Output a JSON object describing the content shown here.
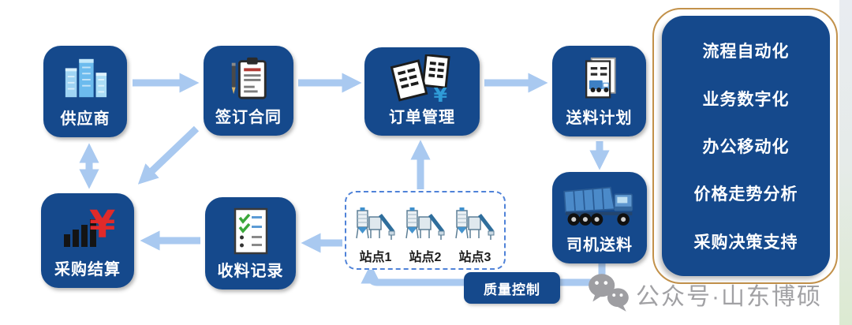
{
  "nodes": [
    {
      "id": "supplier",
      "label": "供应商"
    },
    {
      "id": "contract",
      "label": "签订合同"
    },
    {
      "id": "order",
      "label": "订单管理"
    },
    {
      "id": "plan",
      "label": "送料计划"
    },
    {
      "id": "driver",
      "label": "司机送料"
    },
    {
      "id": "settlement",
      "label": "采购结算"
    },
    {
      "id": "receipt",
      "label": "收料记录"
    }
  ],
  "quality_control": {
    "label": "质量控制"
  },
  "stations": {
    "labels": [
      "站点1",
      "站点2",
      "站点3"
    ]
  },
  "panel": {
    "items": [
      "流程自动化",
      "业务数字化",
      "办公移动化",
      "价格走势分析",
      "采购决策支持"
    ]
  },
  "watermark": {
    "text": "公众号·山东博硕"
  },
  "colors": {
    "node_blue": "#15498C",
    "arrow_blue": "#A9C9F0",
    "gold_border": "#C2914A",
    "dashed_blue": "#4F82D8",
    "yuan_red": "#E02A2A",
    "order_yuan_blue": "#2F9CD8"
  }
}
